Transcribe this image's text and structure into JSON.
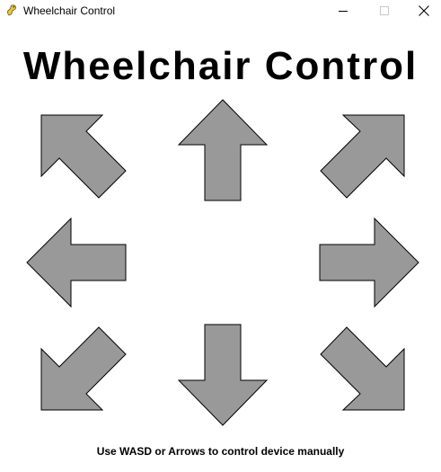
{
  "window": {
    "title": "Wheelchair Control",
    "icon": "pygame-snake-icon",
    "controls": {
      "minimize_icon": "minimize-icon",
      "maximize_icon": "maximize-icon",
      "close_icon": "close-icon"
    }
  },
  "main": {
    "heading": "Wheelchair Control",
    "instructions": "Use WASD or Arrows to control device manually"
  },
  "arrow_pad": {
    "fill_color": "#999999",
    "stroke_color": "#000000",
    "directions": [
      "up-left",
      "up",
      "up-right",
      "left",
      "right",
      "down-left",
      "down",
      "down-right"
    ]
  }
}
